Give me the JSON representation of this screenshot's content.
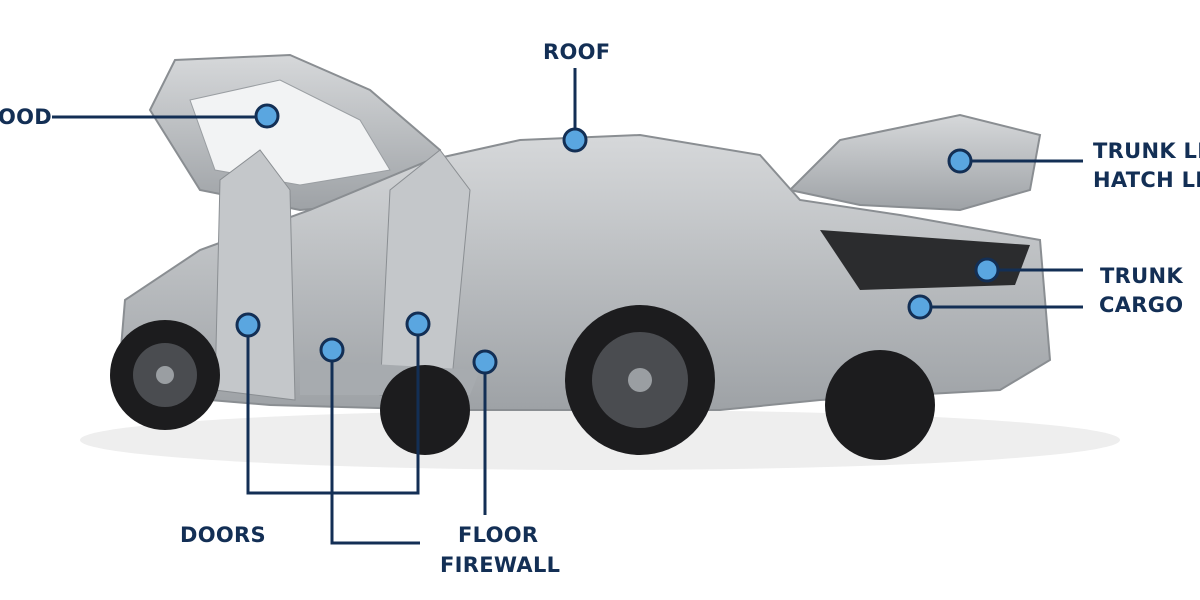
{
  "colors": {
    "line": "#132f55",
    "dot": "#5aa6e0",
    "body": "#b9bcc0",
    "tire": "#1c1c1e",
    "background": "#ffffff"
  },
  "labels": {
    "hood": "OOD",
    "roof": "ROOF",
    "trunk_lid": "TRUNK LI",
    "hatch_lid": "HATCH LI",
    "trunk": "TRUNK",
    "cargo": "CARGO",
    "doors": "DOORS",
    "floor": "FLOOR",
    "firewall": "FIREWALL"
  }
}
